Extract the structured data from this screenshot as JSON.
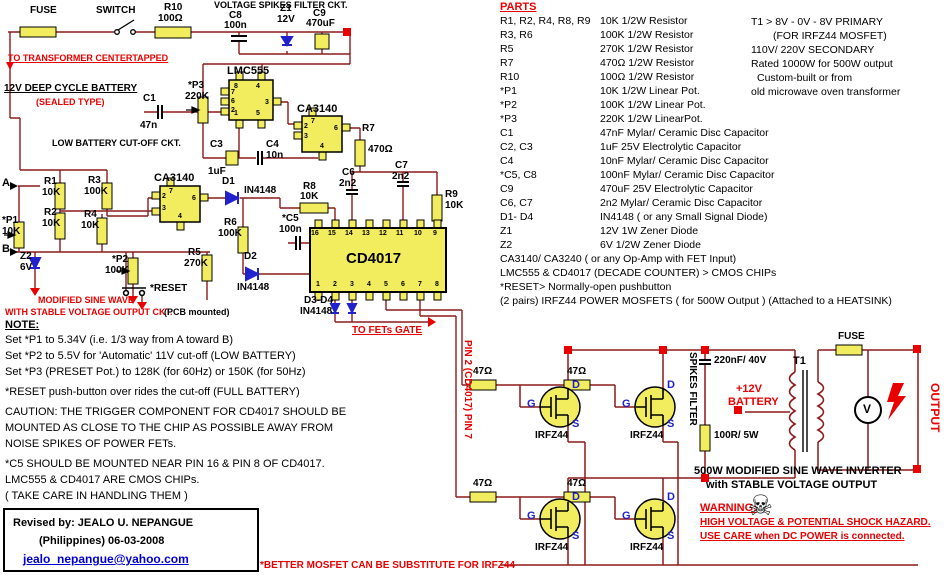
{
  "top_filter": {
    "fuse": "FUSE",
    "switch": "SWITCH",
    "r10": "R10",
    "r10_val": "100Ω",
    "title": "VOLTAGE SPIKES FILTER CKT.",
    "c8": "C8",
    "c8_val": "100n",
    "z1": "Z1",
    "z1_val": "12V",
    "c9": "C9",
    "c9_val": "470uF"
  },
  "battery": {
    "to_transformer": "TO TRANSFORMER CENTERTAPPED",
    "label": "12V DEEP CYCLE BATTERY",
    "sealed": "(SEALED TYPE)"
  },
  "osc": {
    "p3": "*P3",
    "p3_val": "220K",
    "c1": "C1",
    "c1_val": "47n",
    "r7": "R7",
    "r7_val": "470Ω",
    "c3": "C3",
    "c3_val": "1uF",
    "c4": "C4",
    "c4_val": "10n"
  },
  "cutoff": {
    "title": "LOW BATTERY CUT-OFF CKT.",
    "d1": "D1",
    "d1_val": "IN4148",
    "r1": "R1",
    "r1_val": "10K",
    "r3": "R3",
    "r3_val": "100K",
    "r2": "R2",
    "r2_val": "10K",
    "r4": "R4",
    "r4_val": "10K",
    "a": "A",
    "b": "B",
    "p1": "*P1",
    "p1_val": "10K",
    "z2": "Z2",
    "z2_val": "6V",
    "p2": "*P2",
    "p2_val": "100K",
    "r5": "R5",
    "r5_val": "270K",
    "r6": "R6",
    "r6_val": "100K",
    "d2": "D2",
    "d2_val": "IN4148",
    "reset": "*RESET"
  },
  "counter": {
    "r8": "R8",
    "r8_val": "10K",
    "c6": "C6",
    "c6_val": "2n2",
    "c7": "C7",
    "c7_val": "2n2",
    "r9": "R9",
    "r9_val": "10K",
    "c5": "*C5",
    "c5_val": "100n",
    "d34": "D3-D4",
    "d34_val": "IN4148",
    "to_fets": "TO FETs GATE"
  },
  "chips": {
    "lmc555": {
      "label": "LMC555",
      "pins": [
        "8",
        "4",
        "7",
        "6",
        "2",
        "3",
        "1",
        "5"
      ]
    },
    "ca3140": {
      "label": "CA3140",
      "pins": [
        "7",
        "2",
        "3",
        "6",
        "4"
      ]
    },
    "cd4017": {
      "label": "CD4017",
      "pins_top": [
        "16",
        "15",
        "14",
        "13",
        "12",
        "11",
        "10",
        "9"
      ],
      "pins_bottom": [
        "1",
        "2",
        "3",
        "4",
        "5",
        "6",
        "7",
        "8"
      ]
    }
  },
  "sine_title": {
    "l1": "MODIFIED SINE WAVE",
    "l2": "WITH STABLE VOLTAGE OUTPUT CKT.",
    "l2b": "(PCB mounted)"
  },
  "notes": {
    "heading": "NOTE:",
    "lines": [
      "Set *P1 to 5.34V (i.e. 1/3 way from A toward B)",
      "Set *P2 to 5.5V for 'Automatic' 11V cut-off (LOW BATTERY)",
      "Set *P3 (PRESET Pot.) to 128K (for 60Hz) or 150K (for 50Hz)",
      "*RESET push-button over rides the cut-off (FULL BATTERY)",
      "CAUTION: THE TRIGGER COMPONENT FOR CD4017 SHOULD BE",
      "MOUNTED AS CLOSE TO THE CHIP AS POSSIBLE AWAY FROM",
      "NOISE SPIKES OF POWER FETs.",
      "*C5 SHOULD BE MOUNTED NEAR PIN 16 & PIN 8 OF CD4017.",
      "LMC555 & CD4017 ARE CMOS CHIPs.",
      "( TAKE CARE IN HANDLING THEM )"
    ]
  },
  "parts": {
    "heading": "PARTS",
    "rows": [
      {
        "name": "R1, R2, R4, R8, R9",
        "desc": "10K 1/2W Resistor"
      },
      {
        "name": "R3, R6",
        "desc": "100K 1/2W Resistor"
      },
      {
        "name": "R5",
        "desc": "270K 1/2W Resistor"
      },
      {
        "name": "R7",
        "desc": "470Ω 1/2W Resistor"
      },
      {
        "name": "R10",
        "desc": "100Ω 1/2W Resistor"
      },
      {
        "name": "*P1",
        "desc": "10K 1/2W Linear Pot."
      },
      {
        "name": "*P2",
        "desc": "100K 1/2W Linear Pot."
      },
      {
        "name": "*P3",
        "desc": "220K 1/2W LinearPot."
      },
      {
        "name": "C1",
        "desc": "47nF Mylar/ Ceramic Disc Capacitor"
      },
      {
        "name": "C2, C3",
        "desc": "1uF 25V Electrolytic Capacitor"
      },
      {
        "name": "C4",
        "desc": "10nF Mylar/ Ceramic Disc Capacitor"
      },
      {
        "name": "*C5, C8",
        "desc": "100nF Mylar/ Ceramic Disc Capacitor"
      },
      {
        "name": "C9",
        "desc": "470uF 25V Electrolytic Capacitor"
      },
      {
        "name": "C6, C7",
        "desc": "2n2 Mylar/ Ceramic Disc Capacitor"
      },
      {
        "name": "D1- D4",
        "desc": "IN4148 ( or any Small Signal Diode)"
      },
      {
        "name": "Z1",
        "desc": "12V 1W Zener Diode"
      },
      {
        "name": "Z2",
        "desc": "6V 1/2W Zener Diode"
      }
    ],
    "extra": [
      "CA3140/ CA3240 ( or any Op-Amp with FET Input)",
      "LMC555 & CD4017 (DECADE COUNTER) > CMOS CHIPs",
      "*RESET> Normally-open pushbutton",
      "(2 pairs)  IRFZ44 POWER MOSFETS ( for 500W Output ) (Attached to a HEATSINK)"
    ]
  },
  "t1_notes": [
    "T1 > 8V - 0V - 8V PRIMARY",
    "(FOR IRFZ44 MOSFET)",
    "110V/ 220V SECONDARY",
    "Rated 1000W for 500W output",
    "Custom-built or from",
    "old microwave oven transformer"
  ],
  "power": {
    "pins_vertical": "PIN 2   (CD4017)   PIN 7",
    "r_gate": "47Ω",
    "mosfet": "IRFZ44",
    "g": "G",
    "d": "D",
    "s": "S",
    "spikes_filter": "SPIKES FILTER",
    "cap": "220nF/ 40V",
    "batt1": "+12V",
    "batt2": "BATTERY",
    "bleeder": "100R/ 5W",
    "t1": "T1",
    "fuse": "FUSE",
    "voltmeter": "V",
    "output": "OUTPUT",
    "title1": "500W MODIFIED SINE WAVE INVERTER",
    "title2": "with STABLE VOLTAGE OUTPUT",
    "warn_head": "WARNING:",
    "warn1": "HIGH VOLTAGE & POTENTIAL SHOCK HAZARD.",
    "warn2": "USE CARE when DC POWER is connected.",
    "skull": "☠"
  },
  "footer": {
    "revised": "Revised by:   JEALO U. NEPANGUE",
    "line2": "(Philippines)      06-03-2008",
    "email": "jealo_nepangue@yahoo.com",
    "mosfet_note": "*BETTER MOSFET CAN BE SUBSTITUTE FOR IRFZ44"
  }
}
